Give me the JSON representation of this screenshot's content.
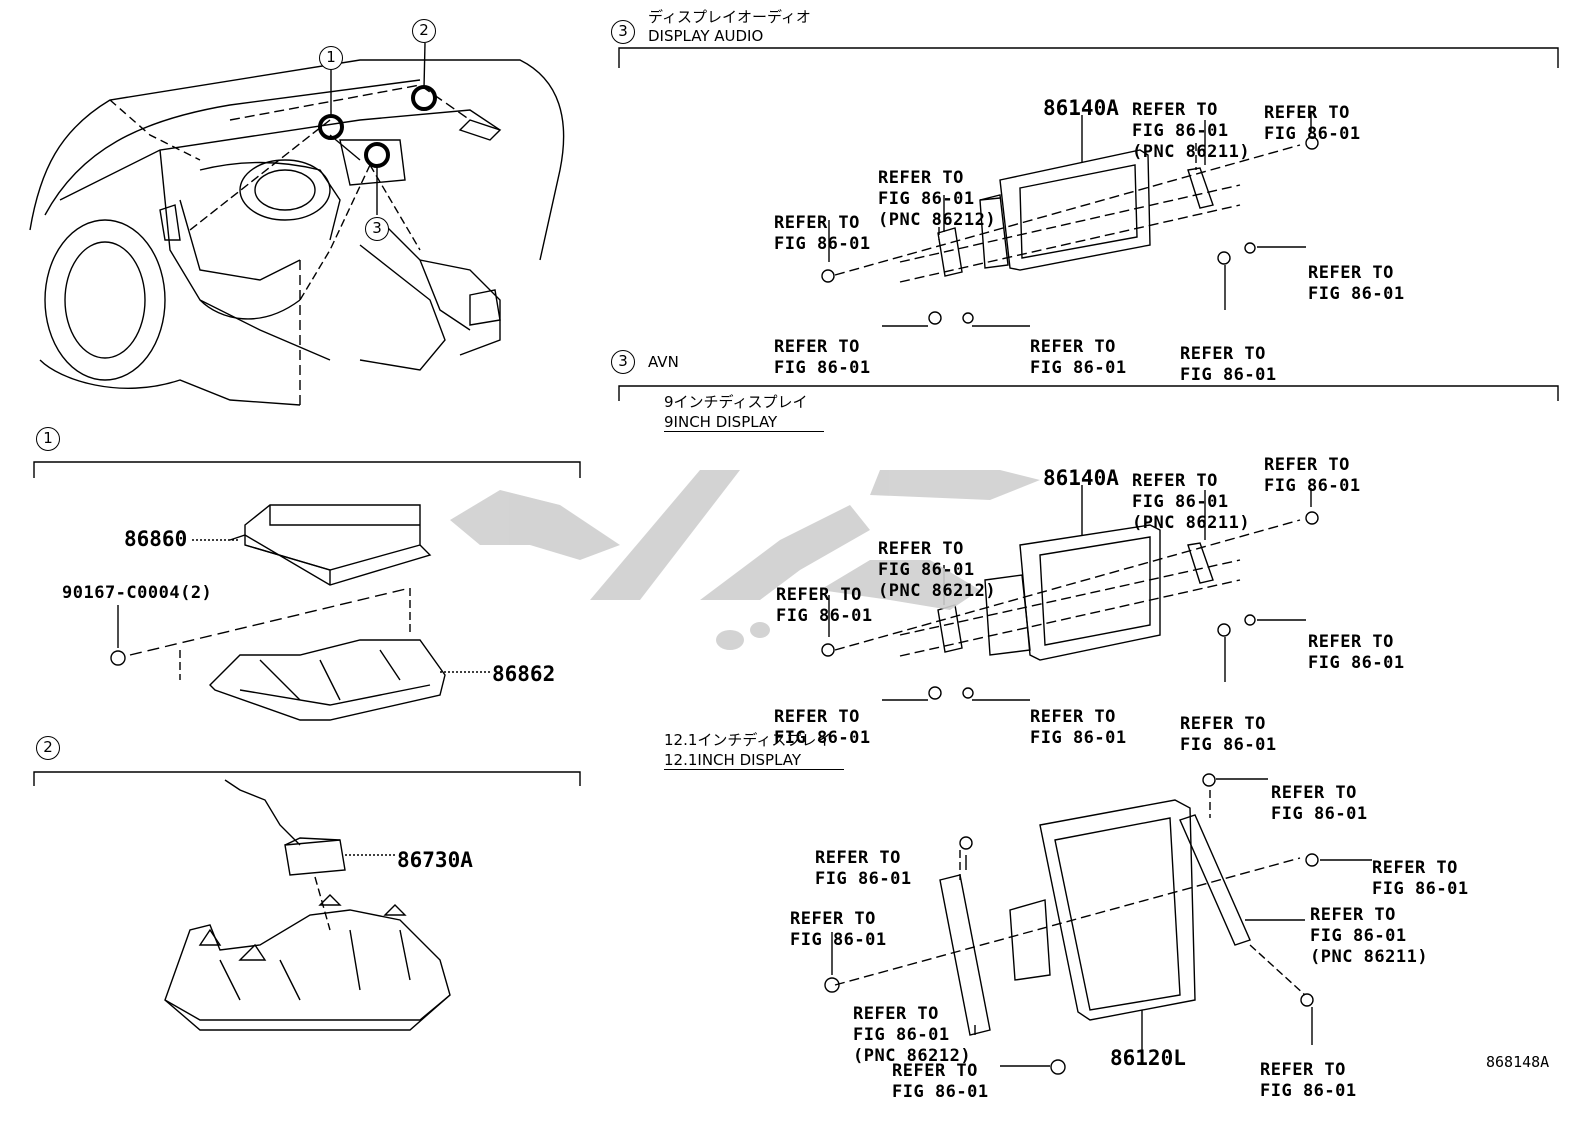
{
  "sections": {
    "display_audio": {
      "number": "3",
      "title_jp": "ディスプレイオーディオ",
      "title_en": "DISPLAY AUDIO"
    },
    "avn": {
      "number": "3",
      "title": "AVN"
    },
    "nine_inch": {
      "title_jp": "9インチディスプレイ",
      "title_en": "9INCH DISPLAY"
    },
    "twelve_inch": {
      "title_jp": "12.1インチディスプレイ",
      "title_en": "12.1INCH DISPLAY"
    },
    "part1": {
      "number": "1"
    },
    "part2": {
      "number": "2"
    }
  },
  "overview_markers": [
    "1",
    "2",
    "3"
  ],
  "parts": {
    "p86140a_a": "86140A",
    "p86140a_b": "86140A",
    "p86860": "86860",
    "p90167": "90167-C0004(2)",
    "p86862": "86862",
    "p86730a": "86730A",
    "p86120l": "86120L"
  },
  "refer_short": [
    "REFER TO",
    "FIG 86-01"
  ],
  "refer_86212": [
    "REFER TO",
    "FIG 86-01",
    "(PNC 86212)"
  ],
  "refer_86211": [
    "REFER TO",
    "FIG 86-01",
    "(PNC 86211)"
  ],
  "figure_code": "868148A",
  "watermark_colors": {
    "shape": "#cfcfcf"
  }
}
